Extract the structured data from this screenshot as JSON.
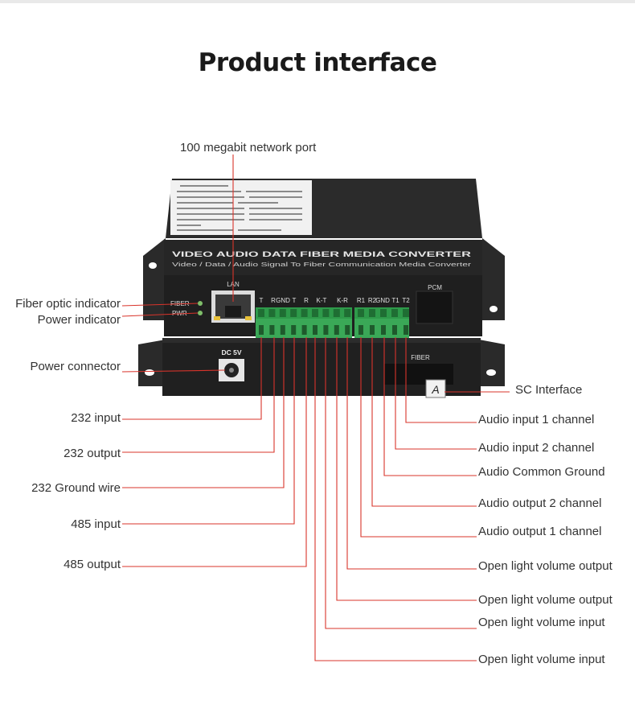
{
  "title": "Product interface",
  "device": {
    "header_line1": "VIDEO AUDIO DATA FIBER MEDIA CONVERTER",
    "header_line2": "Video / Data / Audio Signal To Fiber Communication Media Converter",
    "lan_label": "LAN",
    "pcm_label": "PCM",
    "fiber_led_label": "FIBER",
    "pwr_led_label": "PWR",
    "dc_label": "DC 5V",
    "fiber_port_label": "FIBER",
    "sc_mark": "A",
    "terminal_labels_a": [
      "T",
      "R",
      "GND",
      "T",
      "R",
      "K-T",
      "K-R"
    ],
    "terminal_labels_b": [
      "R1",
      "R2",
      "GND",
      "T1",
      "T2"
    ]
  },
  "callouts": {
    "top": "100 megabit network port",
    "left": [
      "Fiber optic indicator",
      "Power indicator",
      "Power connector",
      "232 input",
      "232 output",
      "232 Ground wire",
      "485 input",
      "485 output"
    ],
    "right": [
      "SC Interface",
      "Audio input 1 channel",
      "Audio input 2 channel",
      "Audio Common Ground",
      "Audio output 2 channel",
      "Audio output 1 channel",
      "Open light volume output",
      "Open light volume output",
      "Open light volume input",
      "Open light volume input"
    ]
  },
  "colors": {
    "leader_line": "#d9342b",
    "device_body": "#232323",
    "terminal_green": "#2e9a4a"
  }
}
